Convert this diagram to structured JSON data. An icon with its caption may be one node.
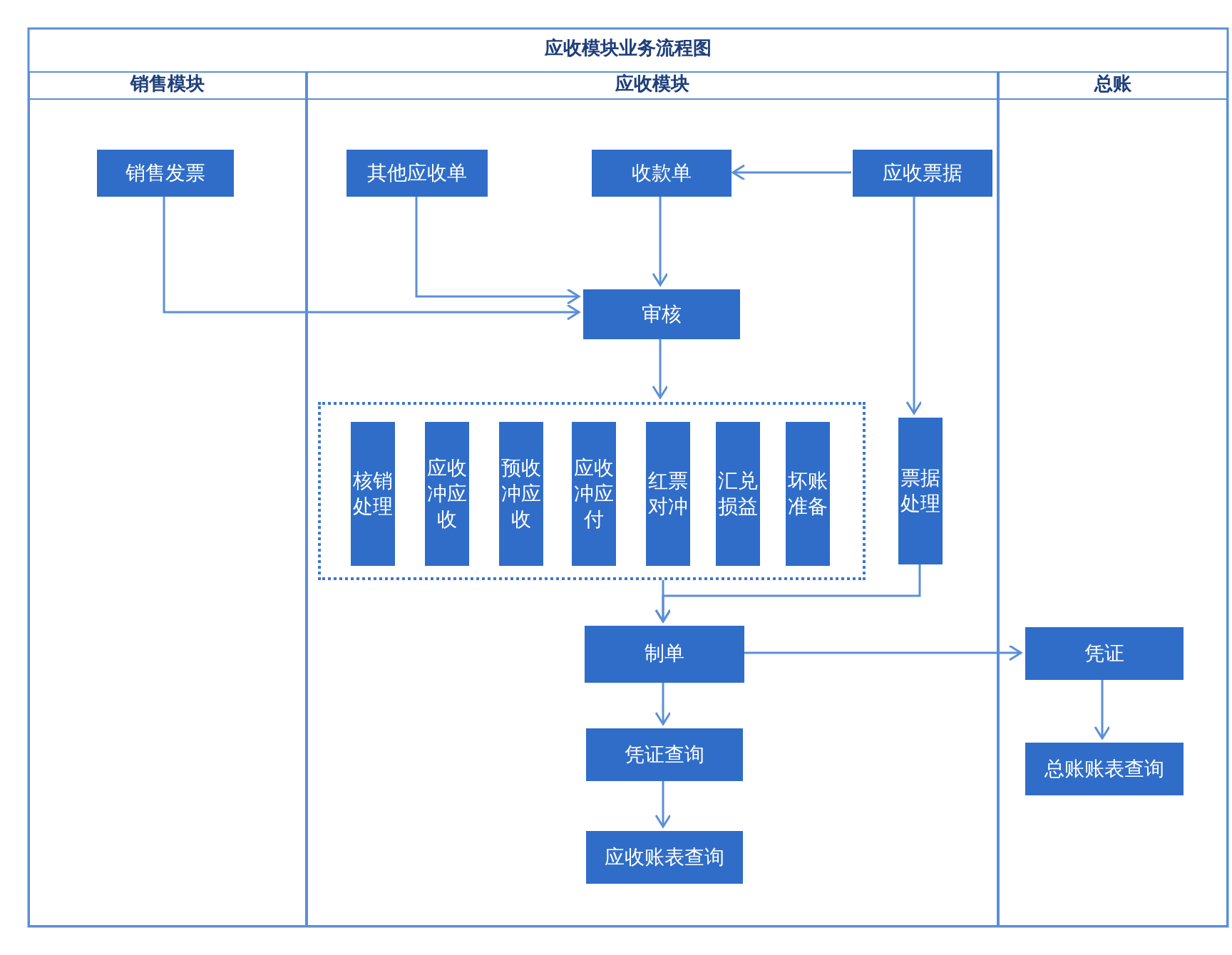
{
  "diagram": {
    "title": "应收模块业务流程图",
    "nodes": [
      {
        "text": [
          "销售模块"
        ]
      },
      {
        "text": [
          "应收模块"
        ]
      },
      {
        "text": [
          "总账"
        ]
      },
      {
        "text": [
          "销售发票"
        ],
        "in": 0
      },
      {
        "text": [
          "其他应收单"
        ],
        "in": 1
      },
      {
        "text": [
          "收款单"
        ],
        "in": 1
      },
      {
        "text": [
          "应收票据"
        ],
        "in": 1
      },
      {
        "text": [
          "审核"
        ],
        "in": 1
      },
      {
        "text": [],
        "shape": "box",
        "in": 1
      },
      {
        "text": [
          "核销处理"
        ],
        "in": 8
      },
      {
        "text": [
          "应收冲应收"
        ],
        "in": 8
      },
      {
        "text": [
          "预收冲应收"
        ],
        "in": 8
      },
      {
        "text": [
          "应收冲应付"
        ],
        "in": 8
      },
      {
        "text": [
          "红票对冲"
        ],
        "in": 8
      },
      {
        "text": [
          "汇兑损益"
        ],
        "in": 8
      },
      {
        "text": [
          "坏账准备"
        ],
        "in": 8
      },
      {
        "text": [
          "票据处理"
        ],
        "in": 1
      },
      {
        "text": [
          "制单"
        ],
        "in": 1
      },
      {
        "text": [
          "凭证查询"
        ],
        "in": 1
      },
      {
        "text": [
          "应收账表查询"
        ],
        "in": 1
      },
      {
        "text": [
          "凭证"
        ],
        "in": 2
      },
      {
        "text": [
          "总账账表查询"
        ],
        "in": 2
      }
    ],
    "edges": [
      {
        "from": 3,
        "to": 7,
        "arrow": "to"
      },
      {
        "from": 4,
        "to": 7,
        "arrow": "to"
      },
      {
        "from": 5,
        "to": 7,
        "arrow": "to"
      },
      {
        "from": 6,
        "to": 5,
        "arrow": "to"
      },
      {
        "from": 6,
        "to": 16,
        "arrow": "to"
      },
      {
        "from": 7,
        "to": 8,
        "arrow": "to"
      },
      {
        "from": 8,
        "to": 17,
        "arrow": "to"
      },
      {
        "from": 16,
        "to": 17,
        "arrow": "to"
      },
      {
        "from": 17,
        "to": 18,
        "arrow": "to"
      },
      {
        "from": 18,
        "to": 19,
        "arrow": "to"
      },
      {
        "from": 17,
        "to": 20,
        "arrow": "to"
      },
      {
        "from": 20,
        "to": 21,
        "arrow": "to"
      }
    ]
  }
}
